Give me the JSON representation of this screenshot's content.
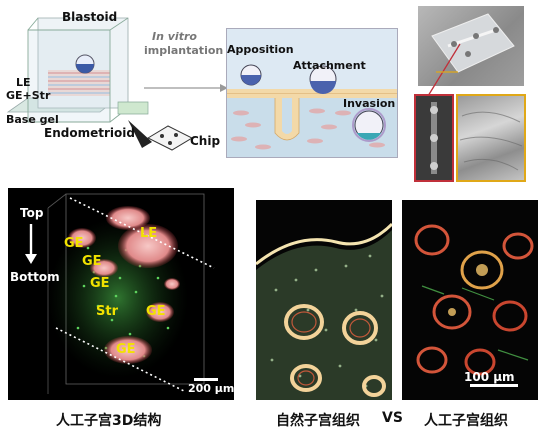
{
  "schematic": {
    "blastoid": "Blastoid",
    "le": "LE",
    "ge_str": "GE+Str",
    "base_gel": "Base gel",
    "endometrioid": "Endometrioid",
    "chip": "Chip",
    "arrow_line1": "In vitro",
    "arrow_line2": "implantation"
  },
  "stages": {
    "apposition": "Apposition",
    "attachment": "Attachment",
    "invasion": "Invasion"
  },
  "panel_3d": {
    "top": "Top",
    "bottom": "Bottom",
    "labels": [
      "LE",
      "GE",
      "GE",
      "GE",
      "Str",
      "GE",
      "GE"
    ],
    "scale": "200 μm",
    "caption": "人工子宫3D结构"
  },
  "panel_compare": {
    "scale": "100 μm",
    "caption_natural": "自然子宫组织",
    "caption_vs": "VS",
    "caption_artificial": "人工子宫组织"
  },
  "colors": {
    "accent_red": "#c0303a",
    "accent_gold": "#e0a818",
    "label_yellow": "#f2e200"
  }
}
